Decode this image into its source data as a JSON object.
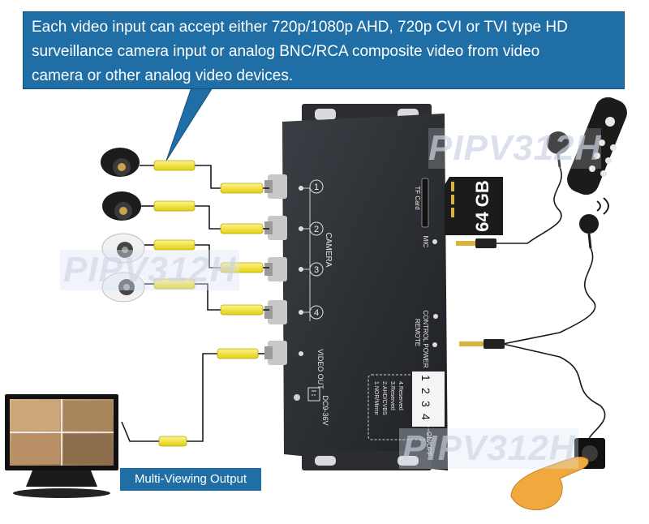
{
  "callout": {
    "lines": [
      "Each video input can accept either 720p/1080p AHD, 720p CVI or TVI type HD",
      "surveillance camera input or analog BNC/RCA composite video from video",
      "camera or other analog video devices."
    ]
  },
  "output_label": "Multi-Viewing Output",
  "watermark": "PIPV312H",
  "device": {
    "camera_label": "CAMERA",
    "ports": [
      "1",
      "2",
      "3",
      "4"
    ],
    "video_out": "VIDEO OUT",
    "power_in": "DC9-36V",
    "tf_card": "TF Card",
    "mic": "MIC",
    "remote": "REMOTE",
    "control_power": "CONTROL POWER",
    "switch_numbers": [
      "1",
      "2",
      "3",
      "4"
    ],
    "switch_legend": [
      "1.NOR/Mirror",
      "2.AHD/CVBS",
      "3.Reserved",
      "4.Reserved"
    ],
    "on_off": "ON/OFF"
  },
  "sd_card": {
    "capacity": "64 GB"
  },
  "colors": {
    "callout_bg": "#1f6fa6",
    "rca_yellow": "#f2e529",
    "device_body": "#2a2c31",
    "watermark": "#cfd8e6"
  }
}
